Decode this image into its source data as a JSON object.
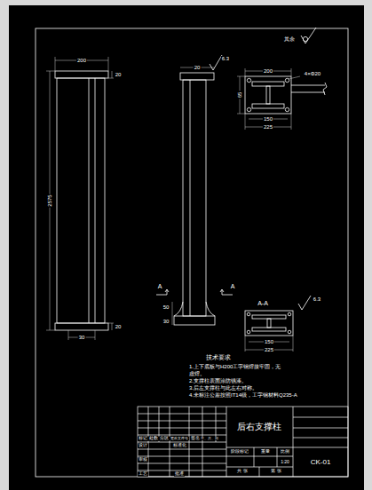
{
  "diagram": {
    "labels": [
      "其余",
      "200",
      "20",
      "2575",
      "20",
      "30",
      "6.3",
      "20",
      "A",
      "A",
      "50",
      "30",
      "200",
      "4×Φ20",
      "65",
      "150",
      "225",
      "A-A",
      "6.3",
      "150",
      "225",
      "技术要求",
      "1.上下底板与H200工字钢焊接牢固，无虚焊。",
      "2.支撑柱表面涂防锈漆。",
      "3.后左支撑柱与此左右对称。",
      "4.未标注公差按照IT14级，工字钢材料Q235-A",
      "后右支撑柱",
      "CK-01",
      "标记",
      "处数",
      "分区",
      "更改文件号",
      "签名",
      "年、月、日",
      "设计",
      "标准化",
      "审核",
      "工艺",
      "批准",
      "阶段标记",
      "重量",
      "比例",
      "1:20",
      "共 张",
      "第 张"
    ]
  }
}
